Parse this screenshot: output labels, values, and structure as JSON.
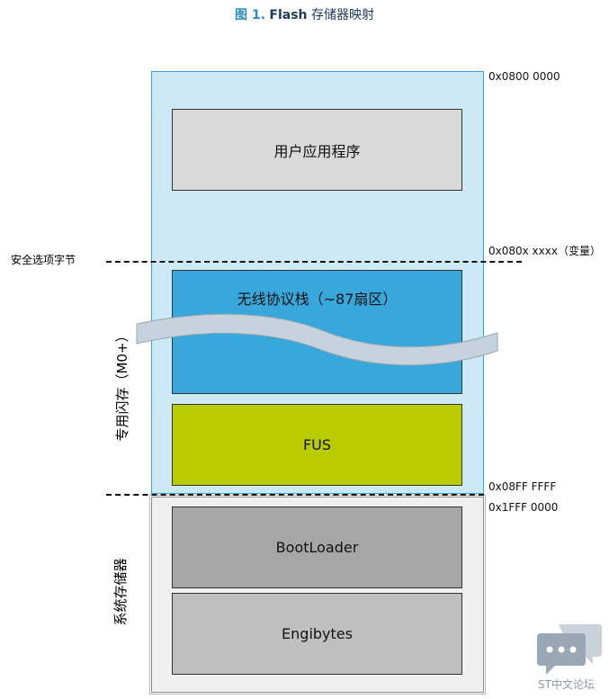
{
  "title": {
    "figure_number": "图 1.",
    "flash_word": "Flash",
    "rest": "存储器映射"
  },
  "blocks": {
    "user_app": "用户应用程序",
    "wireless_stack": "无线协议栈（~87扇区）",
    "fus": "FUS",
    "bootloader": "BootLoader",
    "engibytes": "Engibytes"
  },
  "addresses": {
    "top": "0x0800 0000",
    "variable": "0x080x xxxx（变量）",
    "flash_end": "0x08FF FFFF",
    "system_start": "0x1FFF 0000"
  },
  "labels": {
    "option_byte": "安全选项字节",
    "dedicated_flash": "专用闪存（M0+）",
    "system_memory": "系统存储器"
  },
  "logo": {
    "text": "ST中文论坛"
  },
  "colors": {
    "flash_bg": "#cce9f5",
    "flash_border": "#3aa3d8",
    "user_app": "#d9d9d9",
    "wireless_stack": "#37a7dc",
    "fus": "#b9cc00",
    "bootloader": "#a6a6a6",
    "engibytes": "#bfbfbf",
    "title_accent": "#2b8ec4"
  }
}
